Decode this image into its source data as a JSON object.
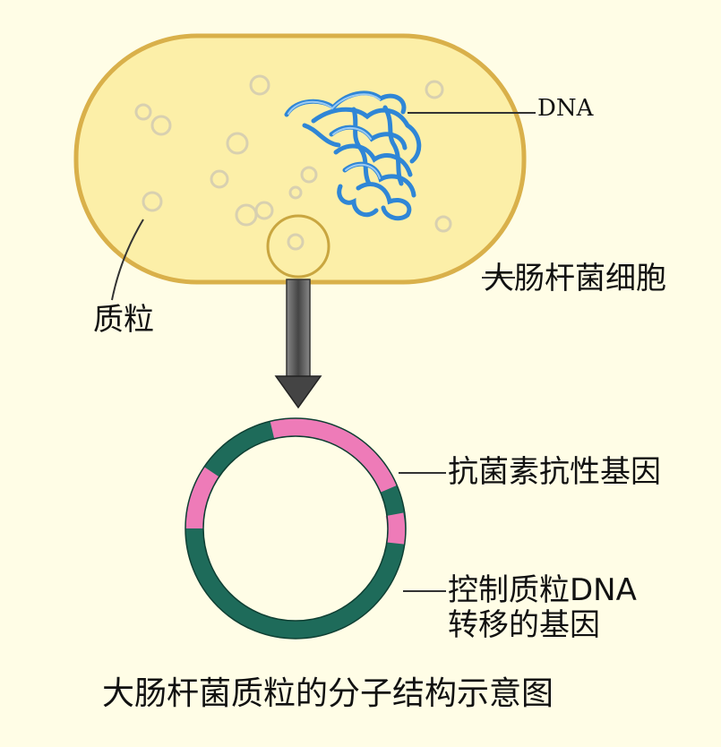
{
  "labels": {
    "dna": "DNA",
    "cell": "大肠杆菌细胞",
    "plasmid": "质粒",
    "resistance_gene": "抗菌素抗性基因",
    "transfer_gene_line1": "控制质粒DNA",
    "transfer_gene_line2": "转移的基因"
  },
  "caption": "大肠杆菌质粒的分子结构示意图",
  "colors": {
    "background": "#FFFDE6",
    "cell_fill": "#FCEFA8",
    "cell_border": "#D9B04A",
    "dna_strand": "#2F86D6",
    "plasmid_gene_transfer": "#1E6B5A",
    "plasmid_gene_resistance": "#EE7BB8",
    "arrow": "#555555",
    "leader_line": "#333333"
  }
}
